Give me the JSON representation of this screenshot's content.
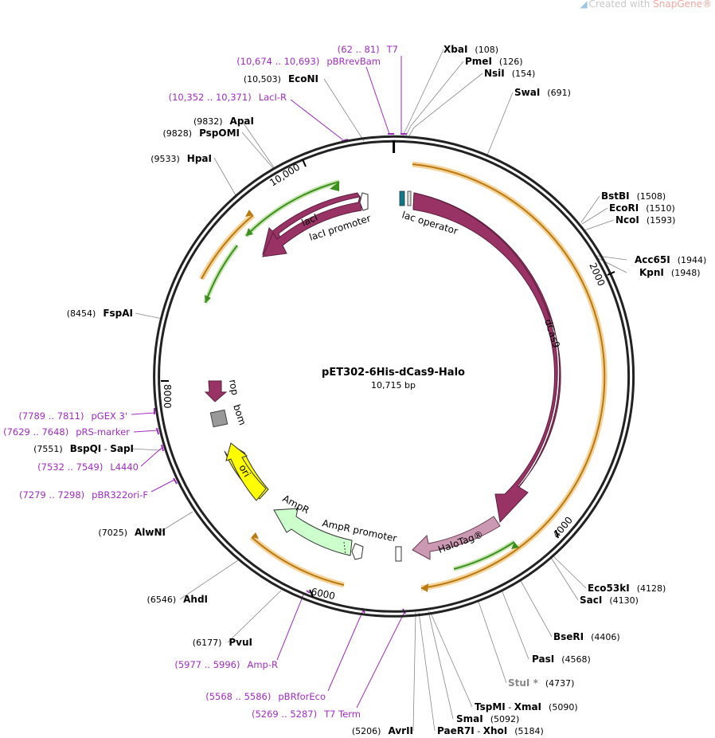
{
  "watermark": {
    "prefix": "Created with ",
    "brand": "SnapGene®",
    "logo_icon": "snapgene-logo-icon"
  },
  "plasmid": {
    "name": "pET302-6His-dCas9-Halo",
    "length_text": "10,715 bp",
    "length": 10715
  },
  "ticks": [
    {
      "label": "2000",
      "bp": 2000
    },
    {
      "label": "4000",
      "bp": 4000
    },
    {
      "label": "6000",
      "bp": 6000
    },
    {
      "label": "8000",
      "bp": 8000
    },
    {
      "label": "10,000",
      "bp": 10000
    }
  ],
  "enzymes": [
    {
      "name": "XbaI",
      "pos": "(108)"
    },
    {
      "name": "PmeI",
      "pos": "(126)"
    },
    {
      "name": "NsiI",
      "pos": "(154)"
    },
    {
      "name": "SwaI",
      "pos": "(691)"
    },
    {
      "name": "BstBI",
      "pos": "(1508)"
    },
    {
      "name": "EcoRI",
      "pos": "(1510)"
    },
    {
      "name": "NcoI",
      "pos": "(1593)"
    },
    {
      "name": "Acc65I",
      "pos": "(1944)"
    },
    {
      "name": "KpnI",
      "pos": "(1948)"
    },
    {
      "name": "Eco53kI",
      "pos": "(4128)"
    },
    {
      "name": "SacI",
      "pos": "(4130)"
    },
    {
      "name": "BseRI",
      "pos": "(4406)"
    },
    {
      "name": "PasI",
      "pos": "(4568)"
    },
    {
      "name": "StuI *",
      "pos": "(4737)",
      "gray": true
    },
    {
      "name": "TspMI",
      "sep": " - ",
      "name2": "XmaI",
      "pos": "(5090)"
    },
    {
      "name": "SmaI",
      "pos": "(5092)"
    },
    {
      "name": "PaeR7I",
      "sep": " - ",
      "name2": "XhoI",
      "pos": "(5184)"
    },
    {
      "name": "AvrII",
      "pos": "(5206)"
    },
    {
      "name": "PvuI",
      "pos": "(6177)"
    },
    {
      "name": "AhdI",
      "pos": "(6546)"
    },
    {
      "name": "AlwNI",
      "pos": "(7025)"
    },
    {
      "name": "BspQI",
      "sep": " - ",
      "name2": "SapI",
      "pos": "(7551)"
    },
    {
      "name": "FspAI",
      "pos": "(8454)"
    },
    {
      "name": "HpaI",
      "pos": "(9533)"
    },
    {
      "name": "PspOMI",
      "pos": "(9828)"
    },
    {
      "name": "ApaI",
      "pos": "(9832)"
    },
    {
      "name": "EcoNI",
      "pos": "(10,503)"
    }
  ],
  "primers": [
    {
      "range": "(62 .. 81)",
      "name": "T7"
    },
    {
      "range": "(10,674 .. 10,693)",
      "name": "pBRrevBam"
    },
    {
      "range": "(10,352 .. 10,371)",
      "name": "LacI-R"
    },
    {
      "range": "(7789 .. 7811)",
      "name": "pGEX 3'"
    },
    {
      "range": "(7629 .. 7648)",
      "name": "pRS-marker"
    },
    {
      "range": "(7532 .. 7549)",
      "name": "L4440"
    },
    {
      "range": "(7279 .. 7298)",
      "name": "pBR322ori-F"
    },
    {
      "range": "(5977 .. 5996)",
      "name": "Amp-R"
    },
    {
      "range": "(5568 .. 5586)",
      "name": "pBRforEco"
    },
    {
      "range": "(5269 .. 5287)",
      "name": "T7 Term"
    }
  ],
  "features": {
    "dcas9": "dCas9",
    "halotag": "HaloTag®",
    "laci": "lacI",
    "laci_promoter": "lacI promoter",
    "lac_operator": "lac operator",
    "rop": "rop",
    "bom": "bom",
    "ori": "ori",
    "ampr": "AmpR",
    "ampr_promoter": "AmpR promoter"
  },
  "colors": {
    "dcas9": "#993366",
    "halotag": "#cc99b2",
    "laci": "#993366",
    "ori": "#ffff00",
    "ampr": "#ccffcc",
    "bom": "#999999",
    "primer": "#a32cc4",
    "orf_orange": "#e6a035",
    "orf_green": "#76c043",
    "backbone": "#222222"
  }
}
